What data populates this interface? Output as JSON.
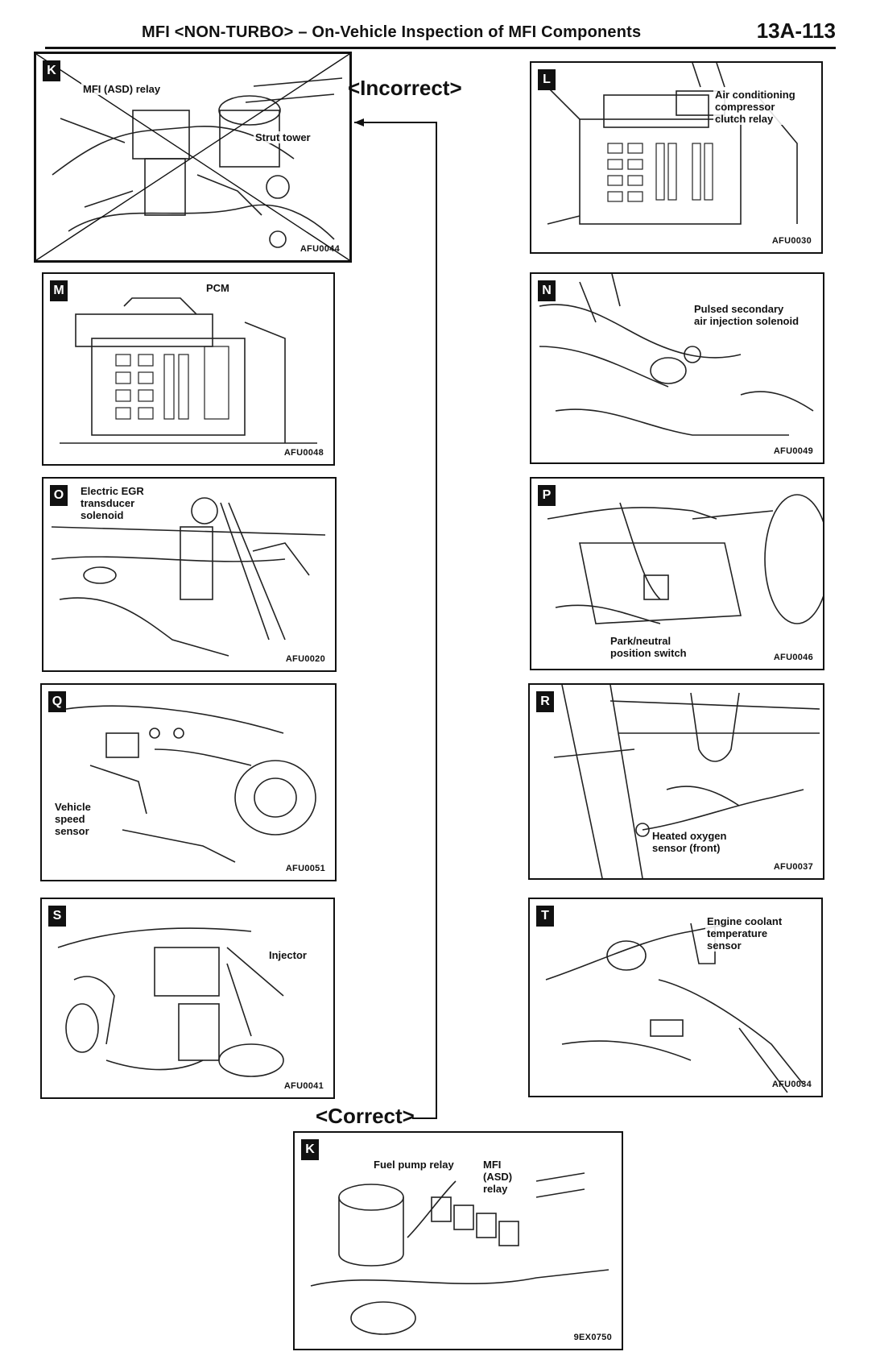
{
  "header": {
    "title": "MFI <NON-TURBO> – On-Vehicle Inspection of MFI Components",
    "page_number": "13A-113"
  },
  "captions": {
    "incorrect": "<Incorrect>",
    "correct": "<Correct>"
  },
  "panels": {
    "k_incorrect": {
      "letter": "K",
      "labels": [
        "MFI (ASD) relay",
        "Strut tower"
      ],
      "code": "AFU0044"
    },
    "l": {
      "letter": "L",
      "labels": [
        "Air conditioning\ncompressor\nclutch relay"
      ],
      "code": "AFU0030"
    },
    "m": {
      "letter": "M",
      "labels": [
        "PCM"
      ],
      "code": "AFU0048"
    },
    "n": {
      "letter": "N",
      "labels": [
        "Pulsed     secondary\nair injection solenoid"
      ],
      "code": "AFU0049"
    },
    "o": {
      "letter": "O",
      "labels": [
        "Electric EGR\ntransducer\nsolenoid"
      ],
      "code": "AFU0020"
    },
    "p": {
      "letter": "P",
      "labels": [
        "Park/neutral\nposition switch"
      ],
      "code": "AFU0046"
    },
    "q": {
      "letter": "Q",
      "labels": [
        "Vehicle\nspeed\nsensor"
      ],
      "code": "AFU0051"
    },
    "r": {
      "letter": "R",
      "labels": [
        "Heated oxygen\nsensor (front)"
      ],
      "code": "AFU0037"
    },
    "s": {
      "letter": "S",
      "labels": [
        "Injector"
      ],
      "code": "AFU0041"
    },
    "t": {
      "letter": "T",
      "labels": [
        "Engine coolant\ntemperature\nsensor"
      ],
      "code": "AFU0034"
    },
    "k_correct": {
      "letter": "K",
      "labels": [
        "Fuel pump relay",
        "MFI\n(ASD)\nrelay"
      ],
      "code": "9EX0750"
    }
  }
}
